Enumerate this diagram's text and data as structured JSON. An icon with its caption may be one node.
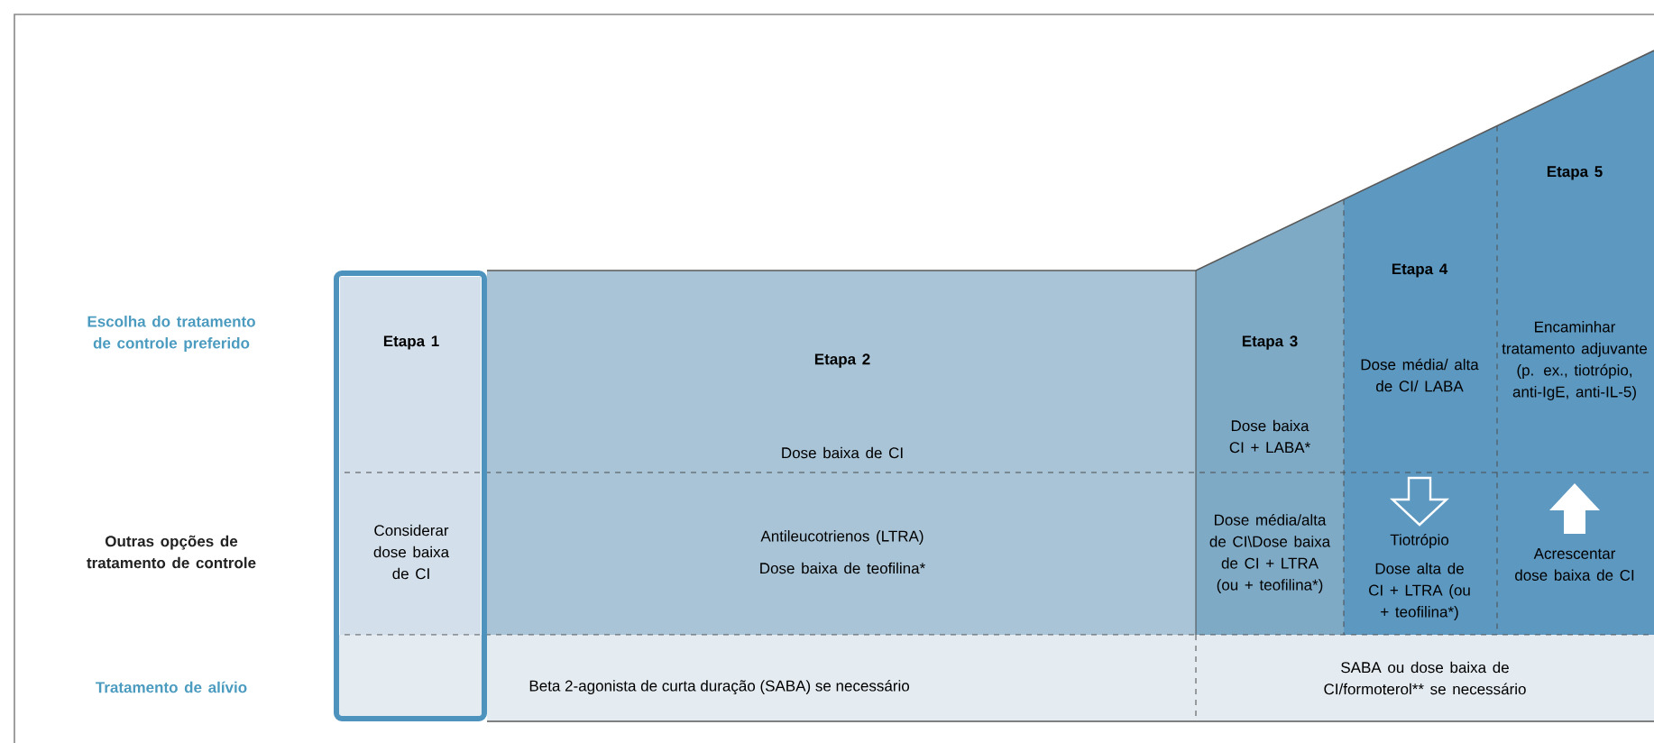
{
  "diagram": {
    "nodes": [
      {
        "text": [
          "Etapa 1"
        ]
      },
      {
        "text": [
          "Considerar dose baixa de CI"
        ]
      },
      {
        "text": [
          "Etapa 2",
          "Dose baixa de CI"
        ]
      },
      {
        "text": [
          "Antileucotrienos (LTRA)",
          "Dose baixa de teofilina*"
        ]
      },
      {
        "text": [
          "Beta 2-agonista de curta duração (SABA) se necessário"
        ]
      },
      {
        "text": [
          "Etapa 3",
          "Dose baixa CI + LABA*"
        ]
      },
      {
        "text": [
          "Etapa 4",
          "Dose média/ alta de CI/ LABA"
        ]
      },
      {
        "text": [
          "Etapa 5",
          "Encaminhar tratamento adjuvante (p. ex., tiotrópio, anti-IgE, anti-IL-5)"
        ]
      },
      {
        "text": [
          "Dose média/alta de CI\\Dose baixa de CI + LTRA (ou + teofilina*)"
        ]
      },
      {
        "text": [
          "Tiotrópio",
          "Dose alta de CI + LTRA (ou + teofilina*)"
        ]
      },
      {
        "text": [
          "Acrescentar dose baixa de CI"
        ]
      },
      {
        "text": [
          "SABA ou dose baixa de CI/formoterol** se necessário"
        ]
      }
    ],
    "labels": [
      "Escolha do tratamento de controle preferido",
      "Outras opções de tratamento de controle",
      "Tratamento de alívio"
    ]
  }
}
